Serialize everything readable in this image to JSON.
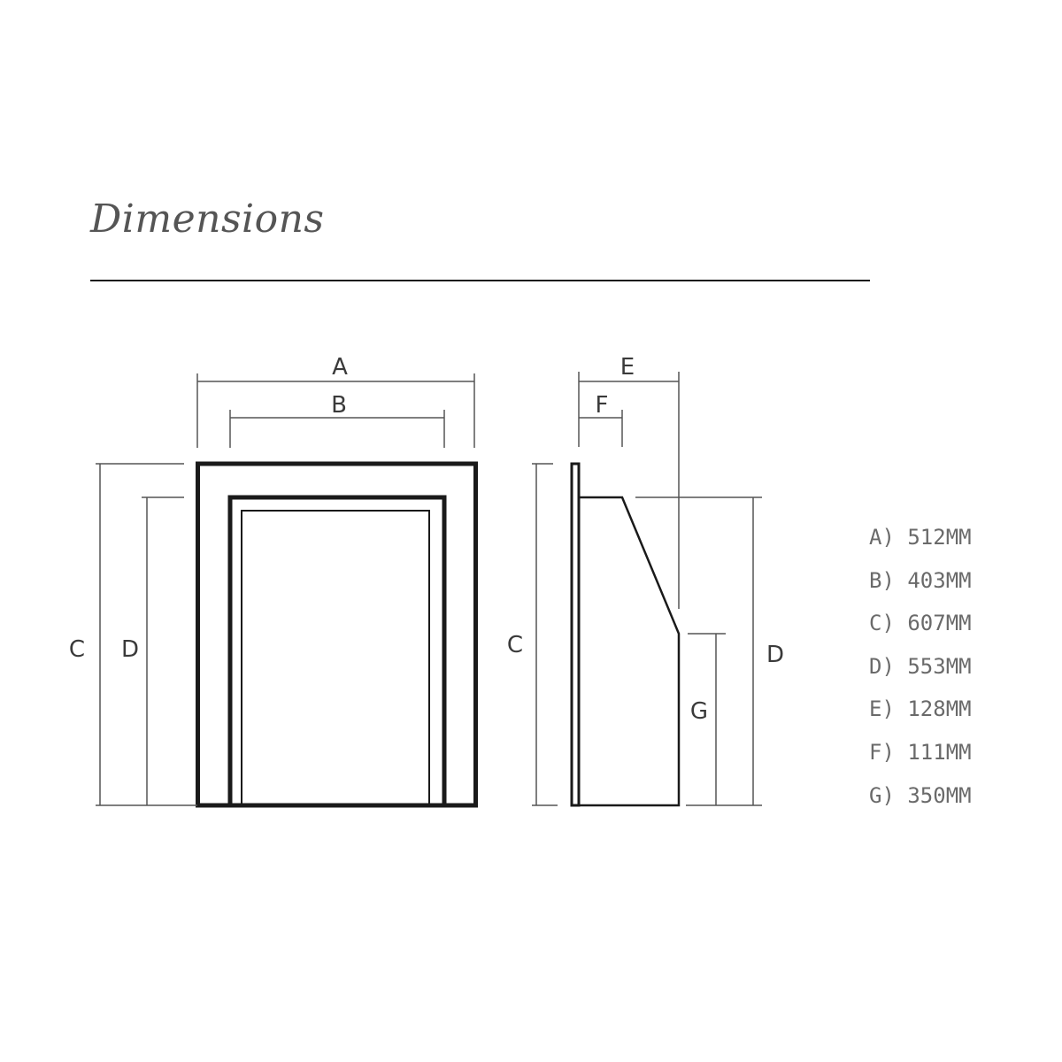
{
  "header": {
    "title": "Dimensions"
  },
  "front_view": {
    "labels": {
      "a": "A",
      "b": "B",
      "c": "C",
      "d": "D"
    }
  },
  "side_view": {
    "labels": {
      "e": "E",
      "f": "F",
      "c": "C",
      "d": "D",
      "g": "G"
    }
  },
  "legend": {
    "items": [
      "A) 512MM",
      "B) 403MM",
      "C) 607MM",
      "D) 553MM",
      "E) 128MM",
      "F) 111MM",
      "G) 350MM"
    ]
  },
  "colors": {
    "outline": "#1a1a1a",
    "dimension_line": "#555555",
    "title": "#555555",
    "legend_text": "#6a6a6a"
  }
}
